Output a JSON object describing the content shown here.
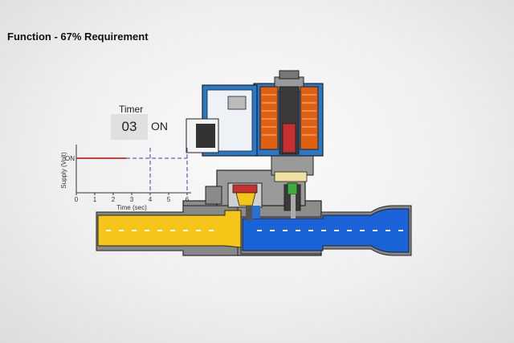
{
  "title": "Function - 67% Requirement",
  "timer": {
    "label": "Timer",
    "value": "03",
    "state": "ON"
  },
  "chart_data": {
    "type": "line",
    "xlabel": "Time (sec)",
    "ylabel": "Supply (Volt)",
    "y_tick_label": "ON",
    "x_ticks": [
      0,
      1,
      2,
      3,
      4,
      5,
      6
    ],
    "xlim": [
      0,
      6
    ],
    "series": [
      {
        "x": [
          0,
          2.7
        ],
        "y": [
          1,
          1
        ],
        "color": "#cc2222",
        "style": "solid"
      }
    ],
    "reference_lines": [
      {
        "orientation": "horizontal",
        "y": 1,
        "x": [
          2.7,
          6
        ],
        "color": "#3344aa",
        "style": "dashed"
      },
      {
        "orientation": "vertical",
        "x": 4,
        "color": "#3344aa",
        "style": "dashed"
      },
      {
        "orientation": "vertical",
        "x": 6,
        "color": "#3344aa",
        "style": "dashed"
      }
    ]
  },
  "colors": {
    "inlet_fluid": "#f5c518",
    "outlet_fluid": "#1a62d8",
    "coil_housing": "#2a78c8",
    "coil": "#e06010",
    "plunger": "#c83030",
    "body": "#8c8c8c"
  }
}
